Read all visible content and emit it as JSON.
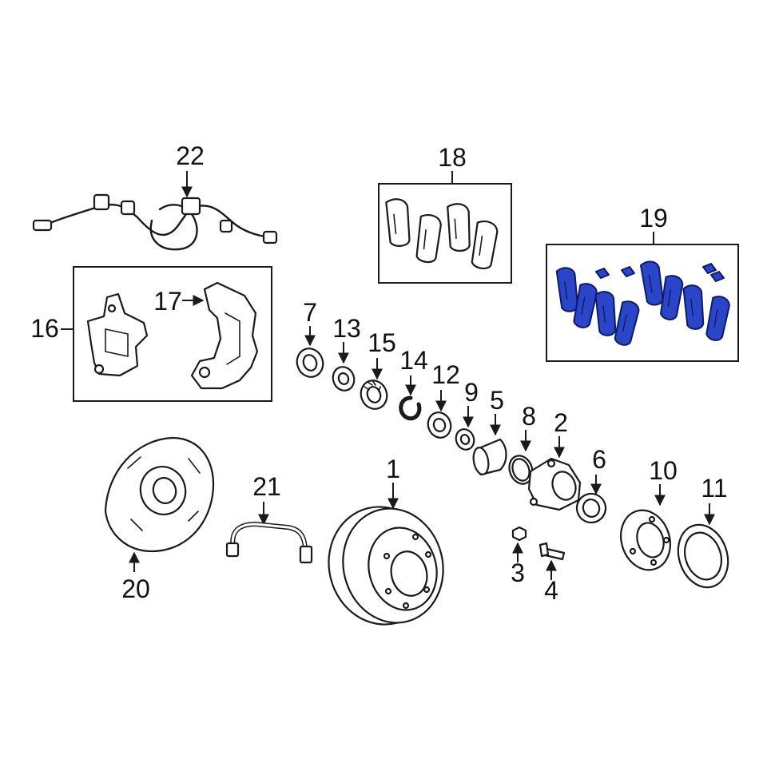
{
  "diagram": {
    "highlight_color": "#2b45c8",
    "line_color": "#1a1a1a",
    "background": "#ffffff",
    "callouts": {
      "c1": "1",
      "c2": "2",
      "c3": "3",
      "c4": "4",
      "c5": "5",
      "c6": "6",
      "c7": "7",
      "c8": "8",
      "c9": "9",
      "c10": "10",
      "c11": "11",
      "c12": "12",
      "c13": "13",
      "c14": "14",
      "c15": "15",
      "c16": "16",
      "c17": "17",
      "c18": "18",
      "c19": "19",
      "c20": "20",
      "c21": "21",
      "c22": "22"
    },
    "highlighted_part": "19"
  }
}
